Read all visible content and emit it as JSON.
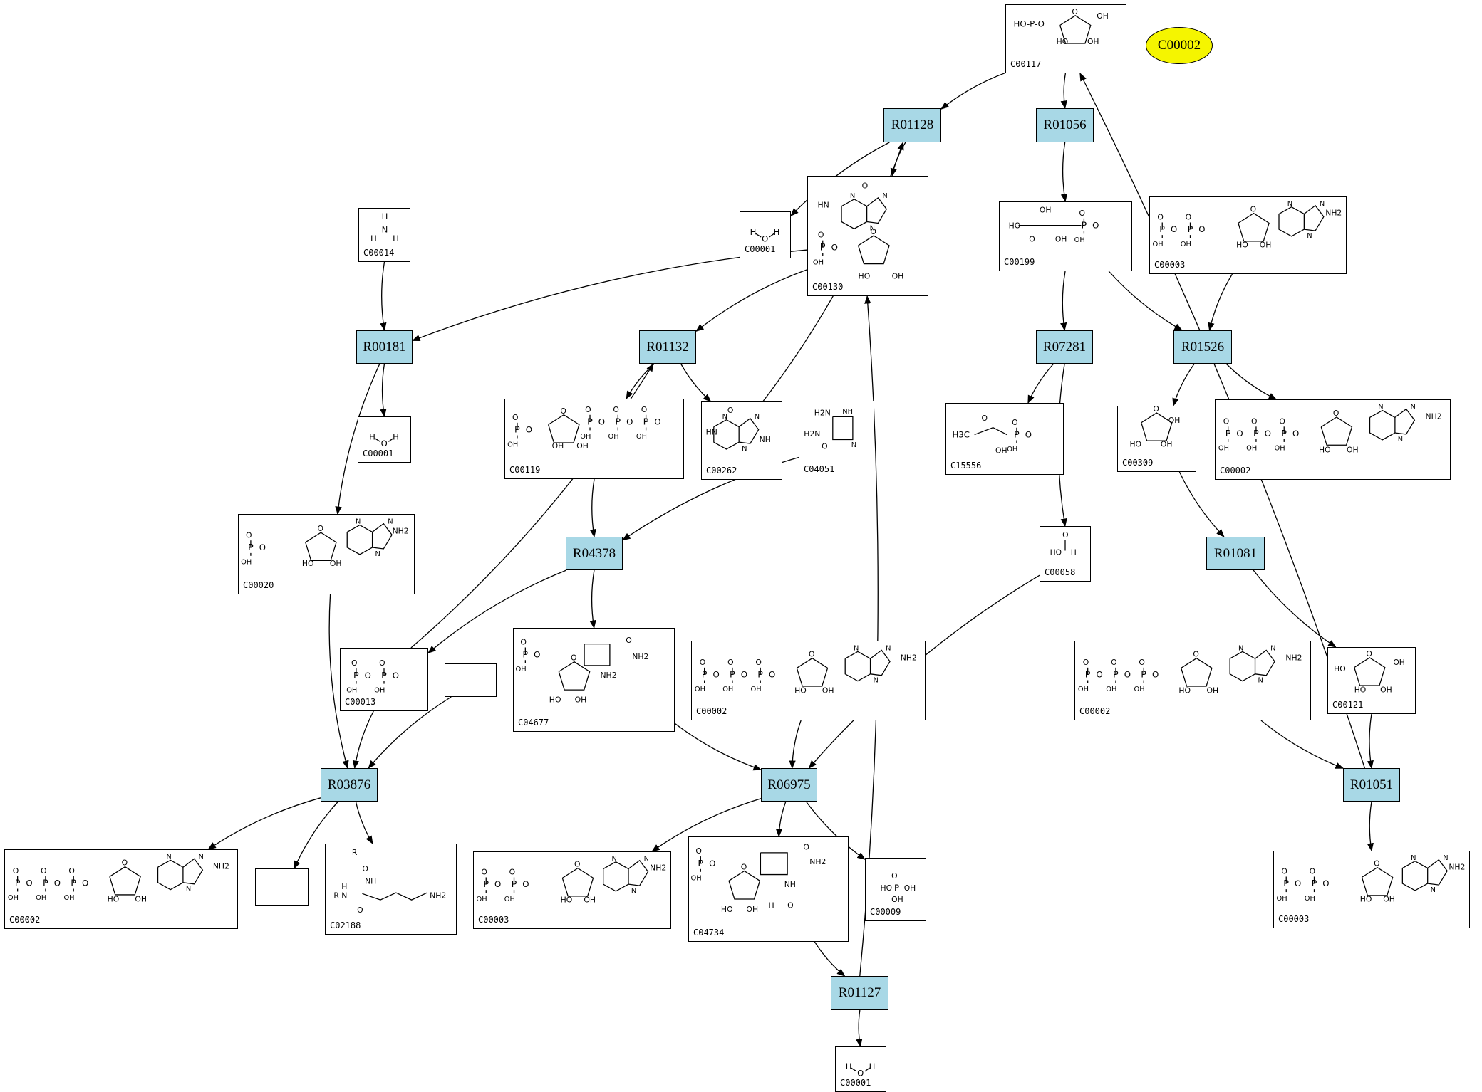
{
  "highlight": {
    "id": "hl",
    "label": "C00002"
  },
  "compounds": [
    {
      "id": "c00117",
      "label": "C00117",
      "mol": "ribose-5p"
    },
    {
      "id": "c00001a",
      "label": "C00001",
      "mol": "water"
    },
    {
      "id": "c00130",
      "label": "C00130",
      "mol": "imp"
    },
    {
      "id": "c00014",
      "label": "C00014",
      "mol": "ammonia"
    },
    {
      "id": "c00199",
      "label": "C00199",
      "mol": "ribulose-5p"
    },
    {
      "id": "c00003top",
      "label": "C00003",
      "mol": "nad"
    },
    {
      "id": "c00001b",
      "label": "C00001",
      "mol": "water"
    },
    {
      "id": "c00119",
      "label": "C00119",
      "mol": "prpp"
    },
    {
      "id": "c00262",
      "label": "C00262",
      "mol": "hypoxanthine"
    },
    {
      "id": "c04051",
      "label": "C04051",
      "mol": "aica"
    },
    {
      "id": "c15556",
      "label": "C15556",
      "mol": "happ"
    },
    {
      "id": "c00309",
      "label": "C00309",
      "mol": "ribulose"
    },
    {
      "id": "c00002a",
      "label": "C00002",
      "mol": "atp"
    },
    {
      "id": "c00020",
      "label": "C00020",
      "mol": "amp"
    },
    {
      "id": "c00058",
      "label": "C00058",
      "mol": "formate"
    },
    {
      "id": "c00013",
      "label": "C00013",
      "mol": "ppi"
    },
    {
      "id": "blank1",
      "label": "",
      "mol": "none"
    },
    {
      "id": "c04677",
      "label": "C04677",
      "mol": "aicar"
    },
    {
      "id": "c00002b",
      "label": "C00002",
      "mol": "atp"
    },
    {
      "id": "c00002c",
      "label": "C00002",
      "mol": "atp"
    },
    {
      "id": "c00121",
      "label": "C00121",
      "mol": "ribose"
    },
    {
      "id": "c00002d",
      "label": "C00002",
      "mol": "atp"
    },
    {
      "id": "blank2",
      "label": "",
      "mol": "none"
    },
    {
      "id": "c02188",
      "label": "C02188",
      "mol": "lysine"
    },
    {
      "id": "c00003a",
      "label": "C00003",
      "mol": "nad"
    },
    {
      "id": "c04734",
      "label": "C04734",
      "mol": "faicar"
    },
    {
      "id": "c00009",
      "label": "C00009",
      "mol": "pi"
    },
    {
      "id": "c00003b",
      "label": "C00003",
      "mol": "nad"
    },
    {
      "id": "c00001c",
      "label": "C00001",
      "mol": "water"
    }
  ],
  "reactions": [
    {
      "id": "r01128",
      "label": "R01128"
    },
    {
      "id": "r01056",
      "label": "R01056"
    },
    {
      "id": "r00181",
      "label": "R00181"
    },
    {
      "id": "r01132",
      "label": "R01132"
    },
    {
      "id": "r07281",
      "label": "R07281"
    },
    {
      "id": "r01526",
      "label": "R01526"
    },
    {
      "id": "r04378",
      "label": "R04378"
    },
    {
      "id": "r01081",
      "label": "R01081"
    },
    {
      "id": "r03876",
      "label": "R03876"
    },
    {
      "id": "r06975",
      "label": "R06975"
    },
    {
      "id": "r01051",
      "label": "R01051"
    },
    {
      "id": "r01127",
      "label": "R01127"
    }
  ],
  "edges": [
    [
      "c00117",
      "r01128"
    ],
    [
      "c00117",
      "r01056"
    ],
    [
      "r01128",
      "c00001a"
    ],
    [
      "r01128",
      "c00130"
    ],
    [
      "r01056",
      "c00199"
    ],
    [
      "c00014",
      "r00181"
    ],
    [
      "c00130",
      "r00181"
    ],
    [
      "c00130",
      "r01132"
    ],
    [
      "c00199",
      "r07281"
    ],
    [
      "c00199",
      "r01526"
    ],
    [
      "c00003top",
      "r01526"
    ],
    [
      "r00181",
      "c00001b"
    ],
    [
      "r01132",
      "c00119"
    ],
    [
      "r01132",
      "c00262"
    ],
    [
      "c00262",
      "r01128"
    ],
    [
      "r07281",
      "c15556"
    ],
    [
      "r07281",
      "c00058"
    ],
    [
      "r01526",
      "c00309"
    ],
    [
      "r01526",
      "c00002a"
    ],
    [
      "r00181",
      "c00020"
    ],
    [
      "c00119",
      "r04378"
    ],
    [
      "c04051",
      "r04378"
    ],
    [
      "r04378",
      "c00013"
    ],
    [
      "r04378",
      "c04677"
    ],
    [
      "c00013",
      "r01132"
    ],
    [
      "c00309",
      "r01081"
    ],
    [
      "r01081",
      "c00121"
    ],
    [
      "c00020",
      "r03876"
    ],
    [
      "c00013",
      "r03876"
    ],
    [
      "blank1",
      "r03876"
    ],
    [
      "c04677",
      "r06975"
    ],
    [
      "c00002b",
      "r06975"
    ],
    [
      "c00058",
      "r06975"
    ],
    [
      "c00121",
      "r01051"
    ],
    [
      "c00002c",
      "r01051"
    ],
    [
      "r01051",
      "c00117"
    ],
    [
      "r03876",
      "c00002d"
    ],
    [
      "r03876",
      "blank2"
    ],
    [
      "r03876",
      "c02188"
    ],
    [
      "r06975",
      "c00003a"
    ],
    [
      "r06975",
      "c04734"
    ],
    [
      "r06975",
      "c00009"
    ],
    [
      "r01051",
      "c00003b"
    ],
    [
      "c04734",
      "r01127"
    ],
    [
      "r01127",
      "c00001c"
    ],
    [
      "r01127",
      "c00130"
    ]
  ]
}
